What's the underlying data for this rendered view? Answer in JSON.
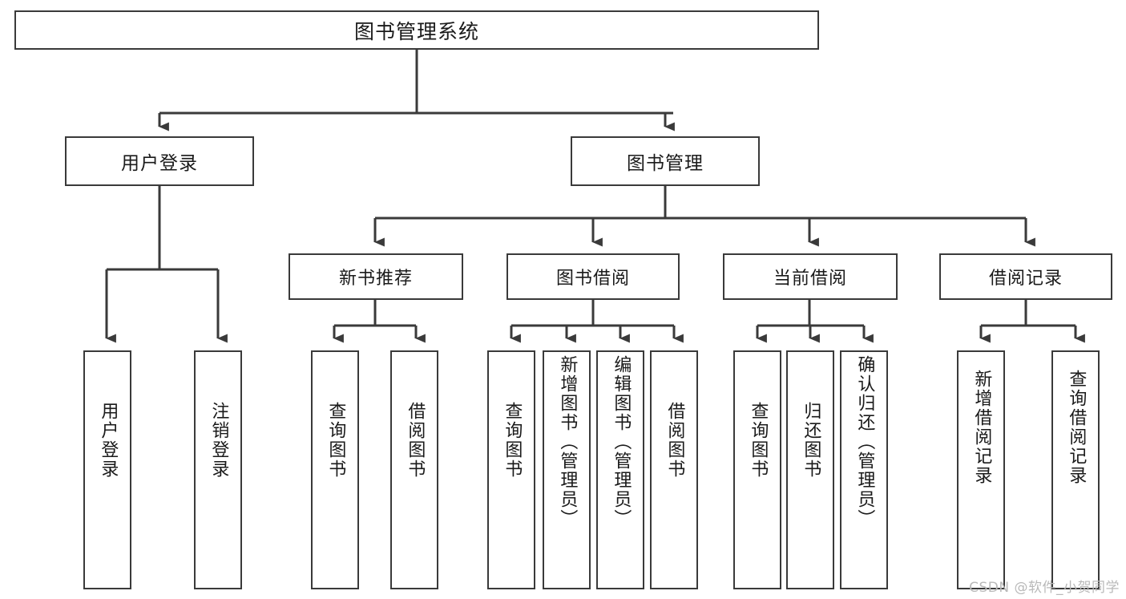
{
  "diagram": {
    "title": "图书管理系统",
    "type": "tree",
    "root": {
      "label": "图书管理系统"
    },
    "level1": [
      {
        "label": "用户登录"
      },
      {
        "label": "图书管理"
      }
    ],
    "level2": [
      {
        "label": "新书推荐"
      },
      {
        "label": "图书借阅"
      },
      {
        "label": "当前借阅"
      },
      {
        "label": "借阅记录"
      }
    ],
    "leaves": {
      "user_login": [
        {
          "label": "用户登录"
        },
        {
          "label": "注销登录"
        }
      ],
      "new_book": [
        {
          "label": "查询图书"
        },
        {
          "label": "借阅图书"
        }
      ],
      "book_borrow": [
        {
          "label": "查询图书"
        },
        {
          "label": "新增图书（管理员）"
        },
        {
          "label": "编辑图书（管理员）"
        },
        {
          "label": "借阅图书"
        }
      ],
      "current_borrow": [
        {
          "label": "查询图书"
        },
        {
          "label": "归还图书"
        },
        {
          "label": "确认归还（管理员）"
        }
      ],
      "borrow_record": [
        {
          "label": "新增借阅记录"
        },
        {
          "label": "查询借阅记录"
        }
      ]
    }
  },
  "watermark": {
    "text": "CSDN @软件_小贺同学"
  },
  "colors": {
    "stroke": "#3a3a3a",
    "background": "#ffffff",
    "text": "#1a1a1a",
    "watermark": "#b9b9b9"
  }
}
